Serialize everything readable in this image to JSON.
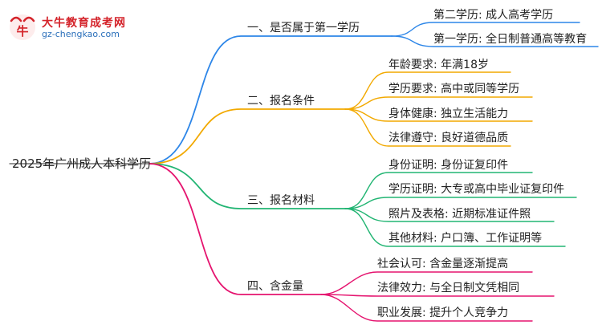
{
  "logo": {
    "name": "大牛教育成考网",
    "url": "gz-chengkao.com"
  },
  "root": "2025年广州成人本科学历",
  "branches": [
    {
      "label": "一、是否属于第一学历",
      "color": "#2d86e8",
      "children": [
        "第二学历: 成人高考学历",
        "第一学历: 全日制普通高等教育"
      ]
    },
    {
      "label": "二、报名条件",
      "color": "#f2a900",
      "children": [
        "年龄要求: 年满18岁",
        "学历要求: 高中或同等学历",
        "身体健康: 独立生活能力",
        "法律遵守: 良好道德品质"
      ]
    },
    {
      "label": "三、报名材料",
      "color": "#22b573",
      "children": [
        "身份证明: 身份证复印件",
        "学历证明: 大专或高中毕业证复印件",
        "照片及表格: 近期标准证件照",
        "其他材料: 户口簿、工作证明等"
      ]
    },
    {
      "label": "四、含金量",
      "color": "#e5146f",
      "children": [
        "社会认可: 含金量逐渐提高",
        "法律效力: 与全日制文凭相同",
        "职业发展: 提升个人竞争力"
      ]
    }
  ]
}
